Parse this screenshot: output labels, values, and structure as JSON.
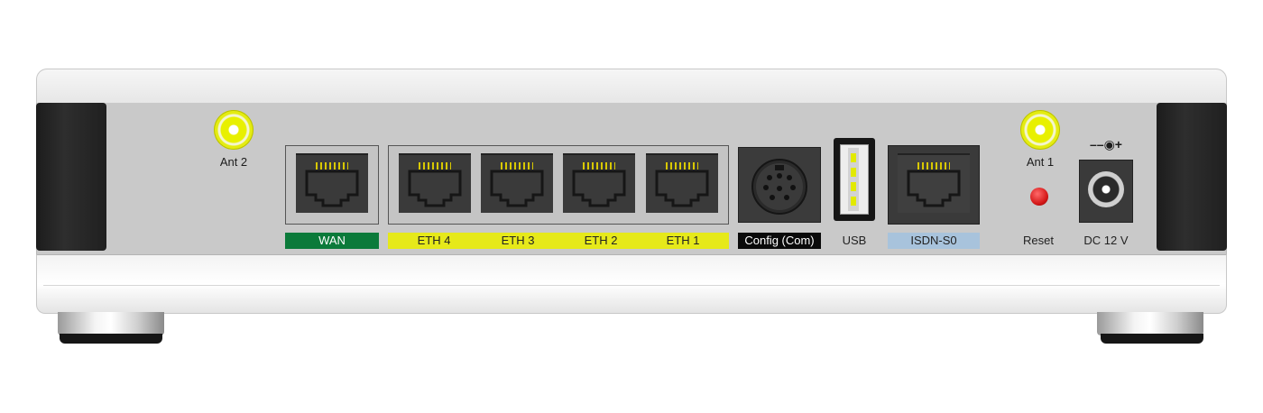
{
  "device": {
    "antennas": [
      {
        "id": "ant2",
        "label": "Ant 2"
      },
      {
        "id": "ant1",
        "label": "Ant 1"
      }
    ],
    "ports": [
      {
        "id": "wan",
        "label": "WAN"
      },
      {
        "id": "eth4",
        "label": "ETH 4"
      },
      {
        "id": "eth3",
        "label": "ETH 3"
      },
      {
        "id": "eth2",
        "label": "ETH 2"
      },
      {
        "id": "eth1",
        "label": "ETH 1"
      },
      {
        "id": "config",
        "label": "Config (Com)"
      },
      {
        "id": "usb",
        "label": "USB"
      },
      {
        "id": "isdn",
        "label": "ISDN-S0"
      }
    ],
    "reset": {
      "label": "Reset"
    },
    "power": {
      "label": "DC 12 V",
      "polarity": "––◉+"
    }
  },
  "colors": {
    "wan_strip": "#0b7a3a",
    "eth_strip": "#e6e91a",
    "config_strip": "#0a0a0a",
    "isdn_strip": "#a8c3dc",
    "antenna": "#e4ec12",
    "reset_button": "#d61a1a"
  }
}
